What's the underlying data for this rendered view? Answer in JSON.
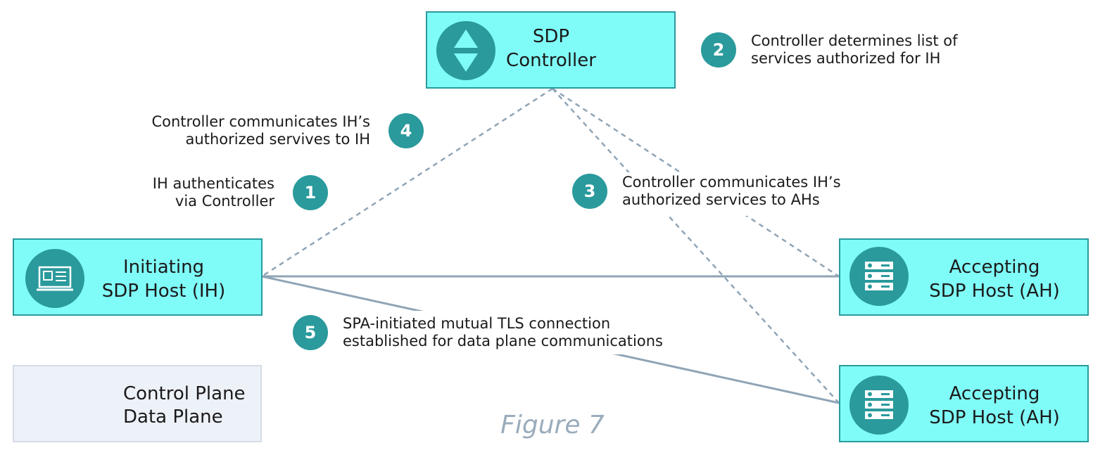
{
  "nodes": {
    "controller": {
      "line1": "SDP",
      "line2": "Controller",
      "icon": "up-down-arrows-icon"
    },
    "initiating": {
      "line1": "Initiating",
      "line2": "SDP Host (IH)",
      "icon": "terminal-icon"
    },
    "accepting_1": {
      "line1": "Accepting",
      "line2": "SDP Host (AH)",
      "icon": "server-icon"
    },
    "accepting_2": {
      "line1": "Accepting",
      "line2": "SDP Host (AH)",
      "icon": "server-icon"
    }
  },
  "steps": [
    {
      "number": "1",
      "line1": "IH authenticates",
      "line2": "via Controller"
    },
    {
      "number": "2",
      "line1": "Controller determines list of",
      "line2": "services authorized for IH"
    },
    {
      "number": "3",
      "line1": "Controller communicates IH’s",
      "line2": "authorized services to AHs"
    },
    {
      "number": "4",
      "line1": "Controller communicates IH’s",
      "line2": "authorized servives to IH"
    },
    {
      "number": "5",
      "line1": "SPA-initiated mutual TLS connection",
      "line2": "established for data plane communications"
    }
  ],
  "legend": {
    "control_plane": "Control Plane",
    "data_plane": "Data Plane"
  },
  "figure_label": "Figure 7",
  "colors": {
    "node_fill": "#80fcf8",
    "node_border": "#2a9a9c",
    "badge": "#2a9a9c",
    "connector": "#8fa4b6",
    "legend_bg": "#edf1f8"
  }
}
